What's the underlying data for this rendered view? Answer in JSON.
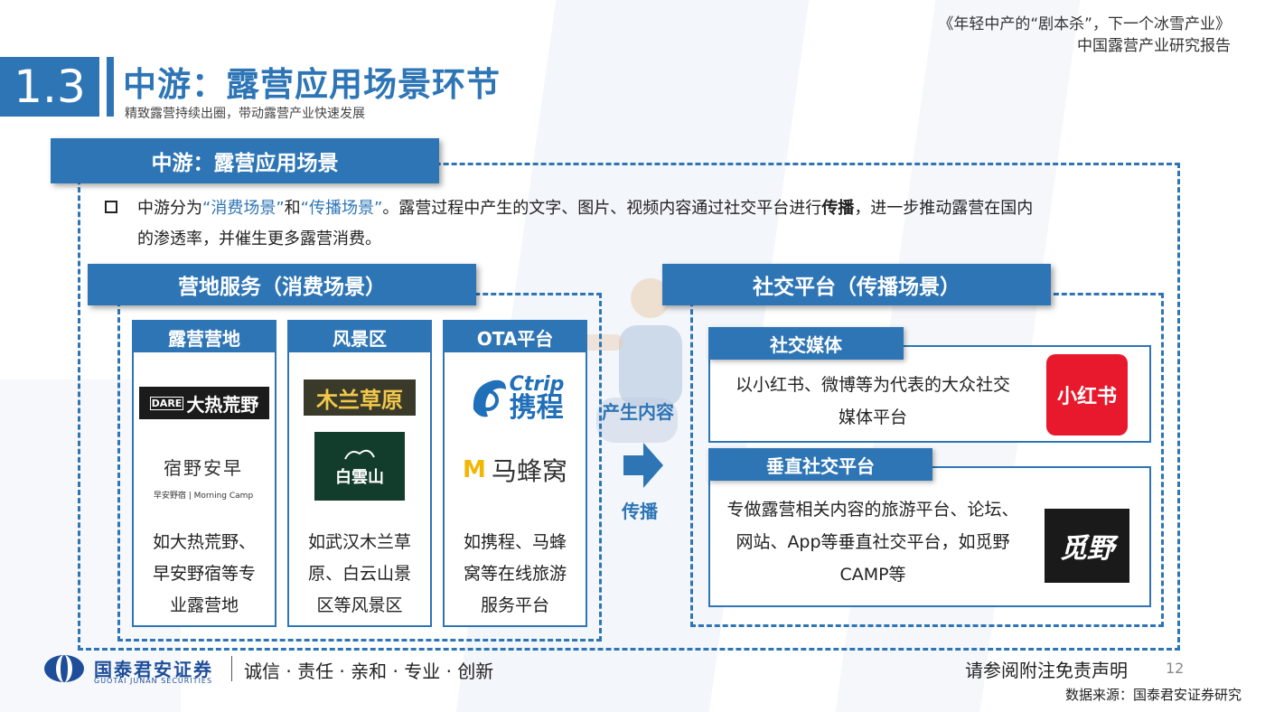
{
  "header": {
    "report_title": "《年轻中产的“剧本杀”，下一个冰雪产业》",
    "report_subtitle": "中国露营产业研究报告",
    "section_number": "1.3",
    "section_title": "中游：露营应用场景环节",
    "section_subtitle": "精致露营持续出圈，带动露营产业快速发展"
  },
  "main": {
    "panel_title": "中游：露营应用场景",
    "bullet_before": "中游分为",
    "bullet_q1": "“消费场景”",
    "bullet_and": "和",
    "bullet_q2": "“传播场景”",
    "bullet_after": "。露营过程中产生的文字、图片、视频内容通过社交平台进行",
    "bullet_bold": "传播",
    "bullet_line1_tail": "，进一步推动露营在国内",
    "bullet_line2": "的渗透率，并催生更多露营消费。"
  },
  "left": {
    "title": "营地服务（消费场景）",
    "cards": [
      {
        "title": "露营营地",
        "text": [
          "如大热荒野、",
          "早安野宿等专",
          "业露营地"
        ]
      },
      {
        "title": "风景区",
        "text": [
          "如武汉木兰草",
          "原、白云山景",
          "区等风景区"
        ]
      },
      {
        "title": "OTA平台",
        "text": [
          "如携程、马蜂",
          "窝等在线旅游",
          "服务平台"
        ]
      }
    ],
    "logos": {
      "dare": "大热荒野",
      "dare_prefix": "DARE",
      "zaoan_art": "宿野安早",
      "zaoan_caption": "早安野宿 | Morning Camp",
      "mulan": "木兰草原",
      "baiyun": "白雲山",
      "ctrip_en": "Ctrip",
      "ctrip_cn": "携程",
      "mafengwo": "马蜂窝",
      "mafengwo_mark": "M"
    }
  },
  "middle": {
    "produce": "产生内容",
    "spread": "传播"
  },
  "right": {
    "title": "社交平台（传播场景）",
    "boxes": [
      {
        "title": "社交媒体",
        "text": [
          "以小红书、微博等为代表的大众社交",
          "媒体平台"
        ],
        "logo": "小红书"
      },
      {
        "title": "垂直社交平台",
        "text": [
          "专做露营相关内容的旅游平台、论坛、",
          "网站、App等垂直社交平台，如觅野",
          "CAMP等"
        ],
        "logo": "觅野"
      }
    ]
  },
  "footer": {
    "company_cn": "国泰君安证券",
    "company_en": "GUOTAI JUNAN SECURITIES",
    "slogan": "诚信 · 责任 · 亲和 · 专业 · 创新",
    "disclaimer": "请参阅附注免责声明",
    "page": "12",
    "source": "数据来源：国泰君安证券研究"
  },
  "colors": {
    "accent": "#2e75b6",
    "red_logo": "#e8192c"
  }
}
